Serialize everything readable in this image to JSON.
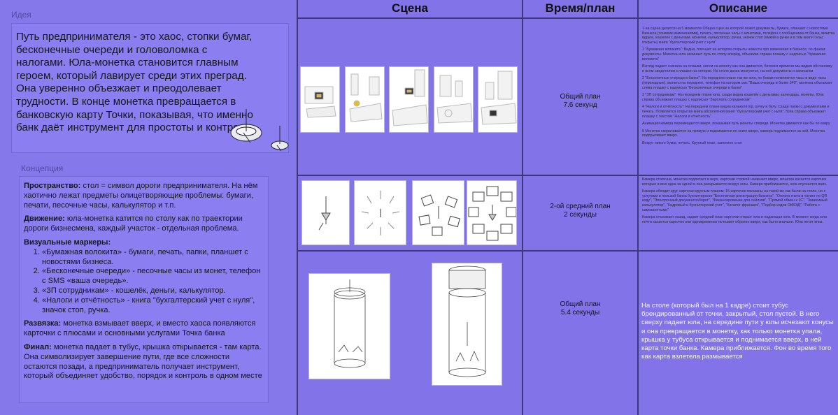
{
  "idea": {
    "label": "Идея",
    "text": "Путь предпринимателя - это хаос, стопки бумаг, бесконечные очереди и головоломка с налогами. Юла-монетка становится главным героем, который лавирует среди этих преград. Она уверенно объезжает и преодолевает трудности. В конце монетка превращается в банковскую карту Точки, показывая, что именно банк даёт инструмент для простоты и контроля."
  },
  "concept": {
    "label": "Концепция",
    "space_title": "Пространство:",
    "space_text": " стол = символ дороги предпринимателя. На нём хаотично лежат предметы олицетворяющие проблемы: бумаги, печати, песочные часы, калькулятор и т.п.",
    "motion_title": "Движение:",
    "motion_text": " юла-монетка катится по столу как по траектории дороги бизнесмена, каждый участок - отдельная проблема.",
    "markers_title": "Визуальные маркеры:",
    "markers": [
      "«Бумажная волокита» - бумаги, печать, папки, планшет с новостями бизнеса.",
      "«Бесконечные очереди» - песочные часы из монет, телефон с SMS «ваша очередь».",
      "«ЗП сотрудникам» - кошелёк, деньги, калькулятор.",
      "«Налоги и отчётность» - книга \"бухгалтерский учет с нуля\", значок стоп, ручка."
    ],
    "twist_title": "Развязка:",
    "twist_text": " монетка взмывает вверх, и вместо хаоса появляются карточки с плюсами и основными услугами Точка банка",
    "final_title": "Финал:",
    "final_text": " монетка падает в тубус, крышка открывается - там карта. Она символизирует завершение пути, где все сложности остаются позади, а предприниматель получает инструмент, который объединяет удобство, порядок и контроль в одном месте"
  },
  "table": {
    "headers": [
      "Сцена",
      "Время/план",
      "Описание"
    ],
    "rows": [
      {
        "plan": [
          "Общий план",
          "7.6 секунд"
        ],
        "desc": [
          "1-ча сцена делится на 5 моментов Общая сцен на которой лежат документы, бумаги, планшет с новостями Бизнеса (тонкими изменениями), печать, песочные часы с монетами, телефон с сообщением от банка, визитка вдруге, кошелек с деньгами, монетки, калькулятор, ручка, значок стоп (ёмкий в ручке и в том книге Гильс открыты) книга \"бухгалтерский учет с нуля\"",
          "1 \"Бумажная волокита\": Видна, плечшет на котором открыты новости про изменения в бизнесе, по факам документы. Монетка-юла начинает путь по столу вперёд, объезжая справа плашку с надписью \"бумажная волокита\"",
          "Взгляд падает сначала на плашки, затем на монету как она движется, бегемся времени мы видим обстановку и всем свидетелем к плашке на нетерке. На столе доска мозгуются, на неё документы и записанки",
          "2 \"Бесконечные очереди в банке\": На переднем плане так же юла, по бокам появляются часы в виде часы (переходные), монеты на переднее, телефон на котором смс \"Ваша очередь в банке 340\", монетка объезжает слева плашку с надписью \"Бесконечные очереди в банке\"",
          "3 \"ЗП сотрудникам\": На переднем плане юла, сзади видна кошелёк с деньгами, календарь, монеты. Юла справа объезжает плашку с надписью \"Зарплата сотрудникам\"",
          "4 \"Налоги и отчётность\": На переднем плане видна калькулятор, ручку и булу. Сзади папки с документами и печать. Появляется открытая книга абсолютной ваниг \"бухгалтерский учет с нуля\". Юла справа объезжает плашку с текстом \"Налоги и отчётность\"",
          "Анимация камера перемещается вверх, показывая путь монеты спереди. Монетка движется как бы по ковру",
          "5 Монетка сворачивается на прямую и поднимается по книге вверх, камера поднимается за ней. Монетка подпрыгивает вверх.",
          "Вокруг никого бумаг, печать. Круглый план, заполнен стол"
        ]
      },
      {
        "plan": [
          "2-ой средний план",
          "2 секунды"
        ],
        "desc": [
          "Камера статична, монетка подлетает в верх, карточки стопкой начинают вверх, монетка касается карточек которые в всю одна за одной и она раскрывается вокруг юлы. Камера приближается, юла опускается вниз.",
          "Камера обходит круг, карточки круглым планом: 15 карточек показаны на такой же как были на столе, но с услугами и пользой банка бухгалтерское \"Бесплатная регистрация бизнеса\", \"Оплата счета в чатинг по QR коду\", \"Электронный документооборот\", \"Финансирование для сейлзов\", \"Прямой обмен к 1С\", \"Зависимый калькулятор\", \"Кадровый и бухгалтерский учет\", \"Каталог-франшиз\", \"Подбор кодов ОКВЭД\", \"Работа с самозанятыми\"",
          "Камера отъезжает назад, задает средний план карточки открыт юла и падающая юла. В момент когда юла почти касается карточек они одновременно исчезают обратно вверх, как было вначале. Юла летит вниз."
        ]
      },
      {
        "plan": [
          "Общий план",
          "5.4 секунды"
        ],
        "desc": "На столе (который был на 1 кадре) стоит тубус брендированный от точки, закрытый, стол пустой. В него сверху падает юла, на середине пути у юлы исчезают конусы и она превращается в монетку, как только монетка упала, крышка у тубуса открывается и поднимается вверх, в ней карта точки банка. Камера приближается. Фон во время того как карта взлетела размывается"
      }
    ]
  },
  "colors": {
    "background": "#8577ec",
    "grid_lines": "#3d3a7a",
    "text": "#1a1a1a",
    "light_text": "#f5f5ff"
  }
}
